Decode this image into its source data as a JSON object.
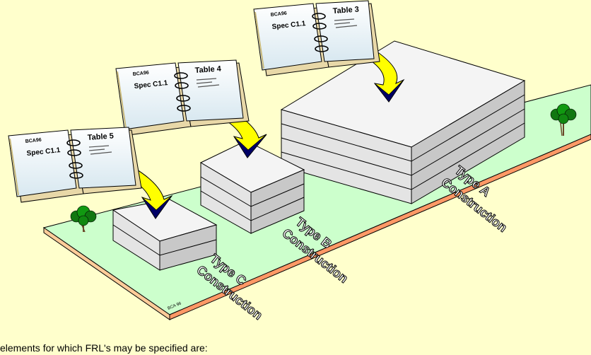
{
  "caption": "elements for which FRL's may be specified are:",
  "site_label": "BCA 96",
  "books": [
    {
      "id": "c",
      "code": "BCA96",
      "spec": "Spec C1.1",
      "table": "Table 5"
    },
    {
      "id": "b",
      "code": "BCA96",
      "spec": "Spec C1.1",
      "table": "Table 4"
    },
    {
      "id": "a",
      "code": "BCA96",
      "spec": "Spec C1.1",
      "table": "Table 3"
    }
  ],
  "buildings": [
    {
      "id": "c",
      "type": "Type C",
      "construction": "Construction",
      "storeys": 2
    },
    {
      "id": "b",
      "type": "Type B",
      "construction": "Construction",
      "storeys": 3
    },
    {
      "id": "a",
      "type": "Type A",
      "construction": "Construction",
      "storeys": 4
    }
  ],
  "colors": {
    "background": "#ffffcc",
    "ground": "#ccffcc",
    "ground_edge": "#ff9966",
    "arrow": "#ffff00",
    "arrow_shadow": "#000066",
    "tree": "#007700"
  }
}
